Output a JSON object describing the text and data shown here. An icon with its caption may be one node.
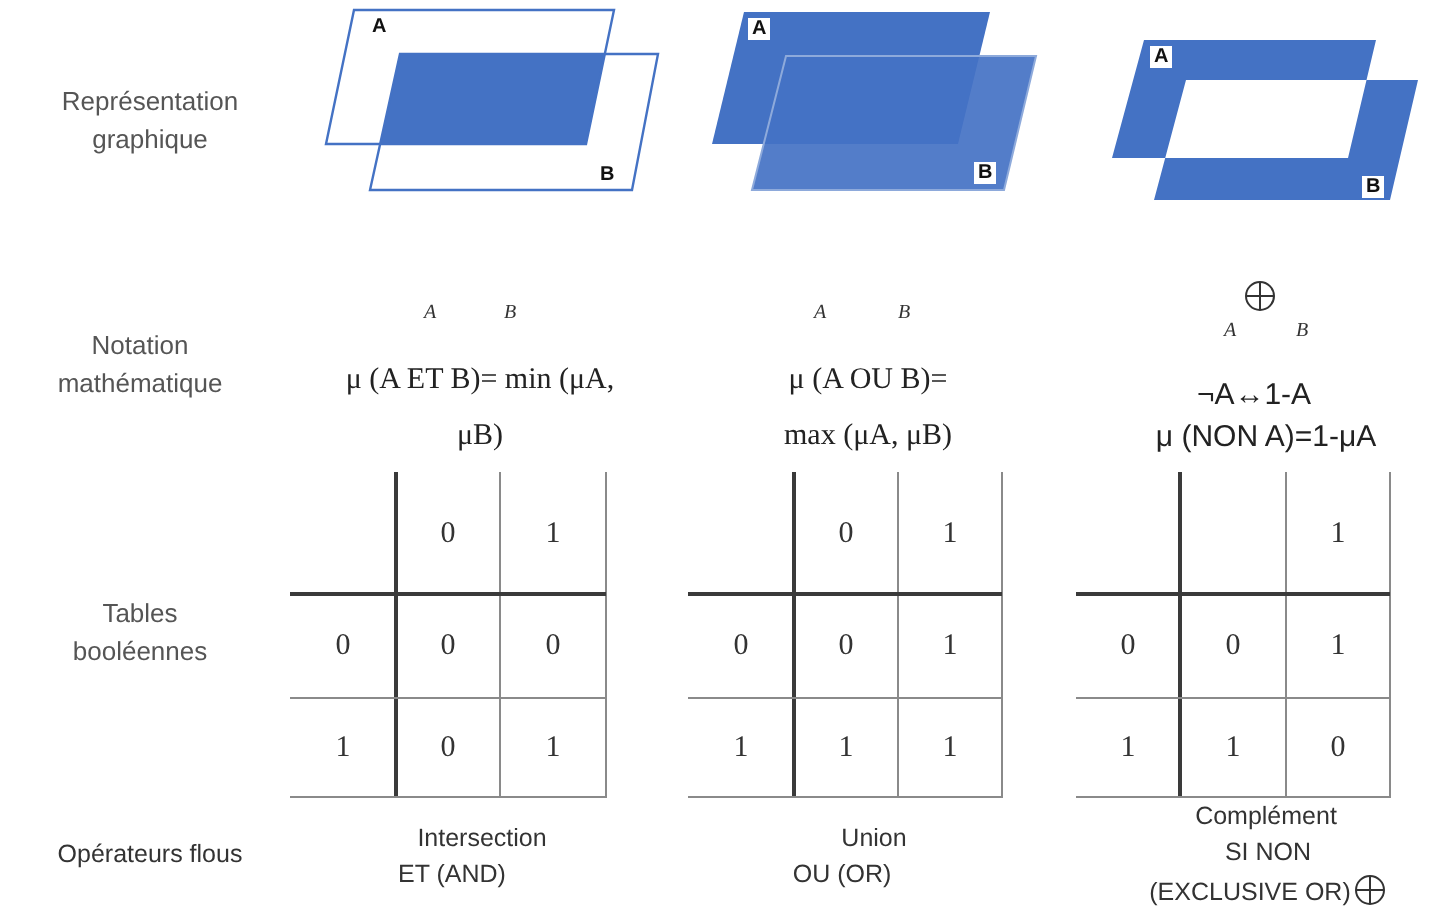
{
  "diagram": {
    "labels": [
      "Représentation graphique",
      "A",
      "B",
      "A",
      "B",
      "A",
      "B",
      "Notation mathématique",
      "A",
      "B",
      "μ (A ET B)= min (μA, μB)",
      "A",
      "B",
      "μ (A OU B)= max (μA, μB)",
      "A",
      "B",
      "¬A↔1-A",
      "μ (NON A)=1-μA",
      "Tables booléennes",
      "0",
      "1",
      "0",
      "0",
      "0",
      "1",
      "0",
      "1",
      "0",
      "1",
      "0",
      "0",
      "1",
      "1",
      "1",
      "1",
      "1",
      "0",
      "0",
      "1",
      "1",
      "1",
      "0",
      "Opérateurs flous",
      "Intersection",
      "ET (AND)",
      "Union",
      "OU (OR)",
      "Complément",
      "SI NON",
      "(EXCLUSIVE OR)"
    ]
  }
}
